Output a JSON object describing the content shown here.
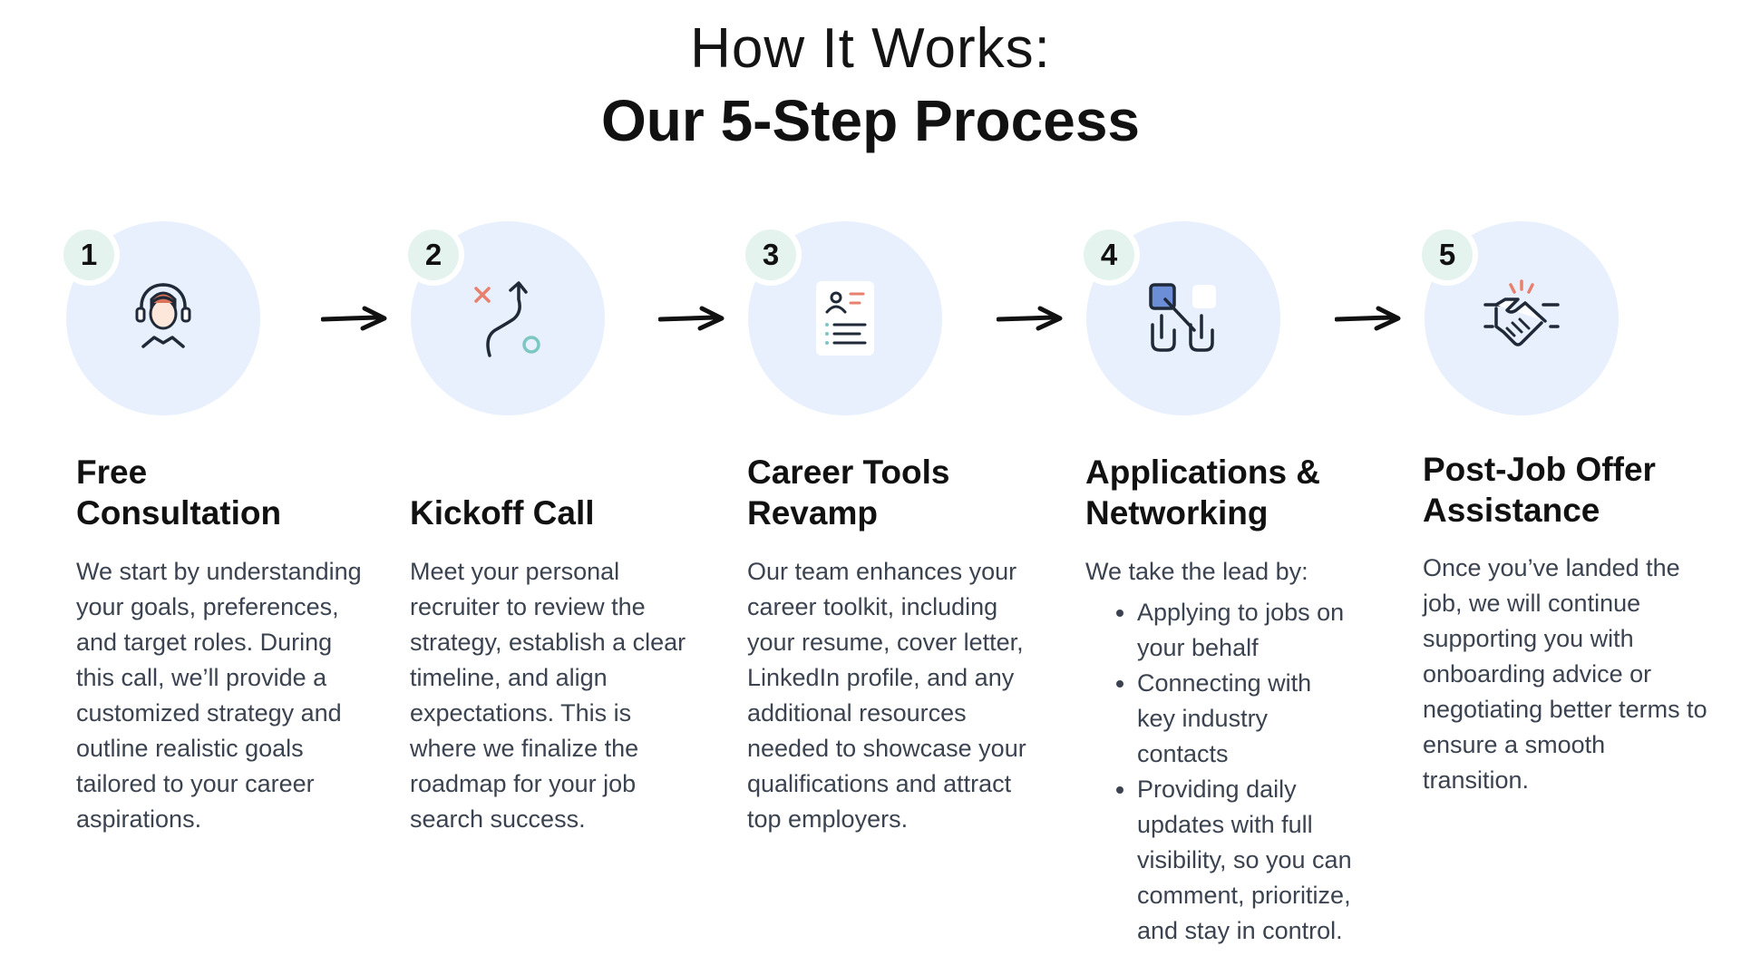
{
  "header": {
    "title_line1": "How It Works:",
    "title_line2": "Our 5-Step Process"
  },
  "colors": {
    "circle_bg": "#e8f0fd",
    "badge_bg": "#e4f3ee",
    "icon_stroke": "#1f2937",
    "accent_red": "#e8806e",
    "accent_teal": "#7cc7c2",
    "accent_blue": "#6b8ed6"
  },
  "steps": [
    {
      "number": "1",
      "icon": "headset-consultant-icon",
      "title_line1": "Free",
      "title_line2": "Consultation",
      "body": "We start by understanding your goals, preferences, and target roles. During this call, we’ll provide a customized strategy and outline realistic goals tailored to your career aspirations."
    },
    {
      "number": "2",
      "icon": "strategy-path-icon",
      "title_line1": "",
      "title_line2": "Kickoff Call",
      "body": "Meet your personal recruiter to review the strategy, establish a clear timeline, and align expectations. This is where we finalize the roadmap for your job search success."
    },
    {
      "number": "3",
      "icon": "resume-document-icon",
      "title_line1": "Career Tools",
      "title_line2": "Revamp",
      "body": "Our team enhances your career toolkit, including your resume, cover letter, LinkedIn profile, and any additional resources needed to showcase your qualifications and attract top employers."
    },
    {
      "number": "4",
      "icon": "networking-hands-icon",
      "title_line1": "Applications &",
      "title_line2": "Networking",
      "intro": "We take the lead by:",
      "bullets": [
        "Applying to jobs on your behalf",
        "Connecting with key industry contacts",
        "Providing daily updates with full visibility, so you can comment, prioritize, and stay in control."
      ]
    },
    {
      "number": "5",
      "icon": "handshake-icon",
      "title_line1": "Post-Job Offer",
      "title_line2": "Assistance",
      "body": "Once you’ve landed the job, we will continue supporting you with onboarding advice or negotiating better terms to ensure a smooth transition."
    }
  ]
}
